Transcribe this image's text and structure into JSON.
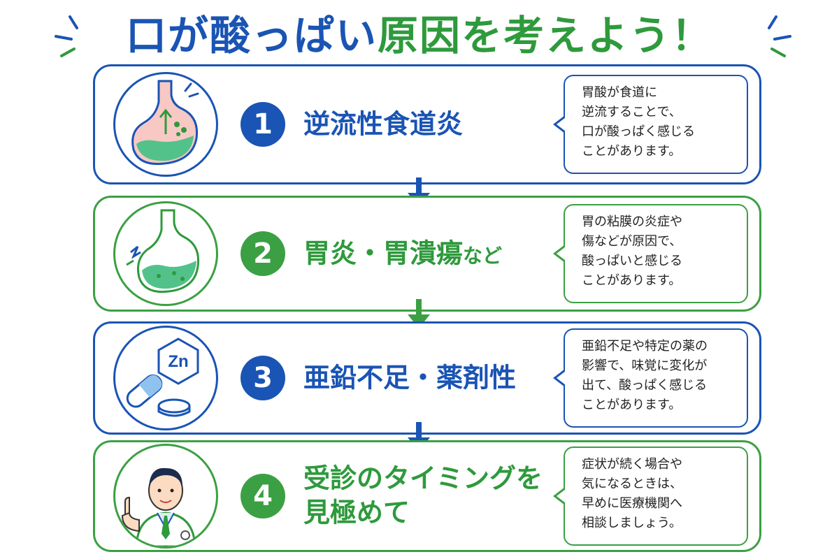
{
  "title": {
    "part1": "口が酸っぱい",
    "part2": "原因を考えよう！",
    "color_blue": "#1a54b4",
    "color_green": "#2e9a3c"
  },
  "cards": [
    {
      "number": "1",
      "heading": "逆流性食道炎",
      "heading_small": "",
      "icon": "stomach-reflux-icon",
      "accent": "#1a54b4",
      "text": "胃酸が食道に\n逆流することで、\n口が酸っぱく感じる\nことがあります。"
    },
    {
      "number": "2",
      "heading": "胃炎・胃潰瘍",
      "heading_small": "など",
      "icon": "stomach-pain-icon",
      "accent": "#3ba043",
      "text": "胃の粘膜の炎症や\n傷などが原因で、\n酸っぱいと感じる\nことがあります。"
    },
    {
      "number": "3",
      "heading": "亜鉛不足・薬剤性",
      "heading_small": "",
      "icon": "zinc-pills-icon",
      "accent": "#1a54b4",
      "text": "亜鉛不足や特定の薬の\n影響で、味覚に変化が\n出て、酸っぱく感じる\nことがあります。"
    },
    {
      "number": "4",
      "heading_line1": "受診のタイミングを",
      "heading_line2": "見極めて",
      "icon": "doctor-icon",
      "accent": "#3ba043",
      "text": "症状が続く場合や\n気になるときは、\n早めに医療機関へ\n相談しましょう。"
    }
  ],
  "icons": {
    "zinc_label": "Zn"
  }
}
